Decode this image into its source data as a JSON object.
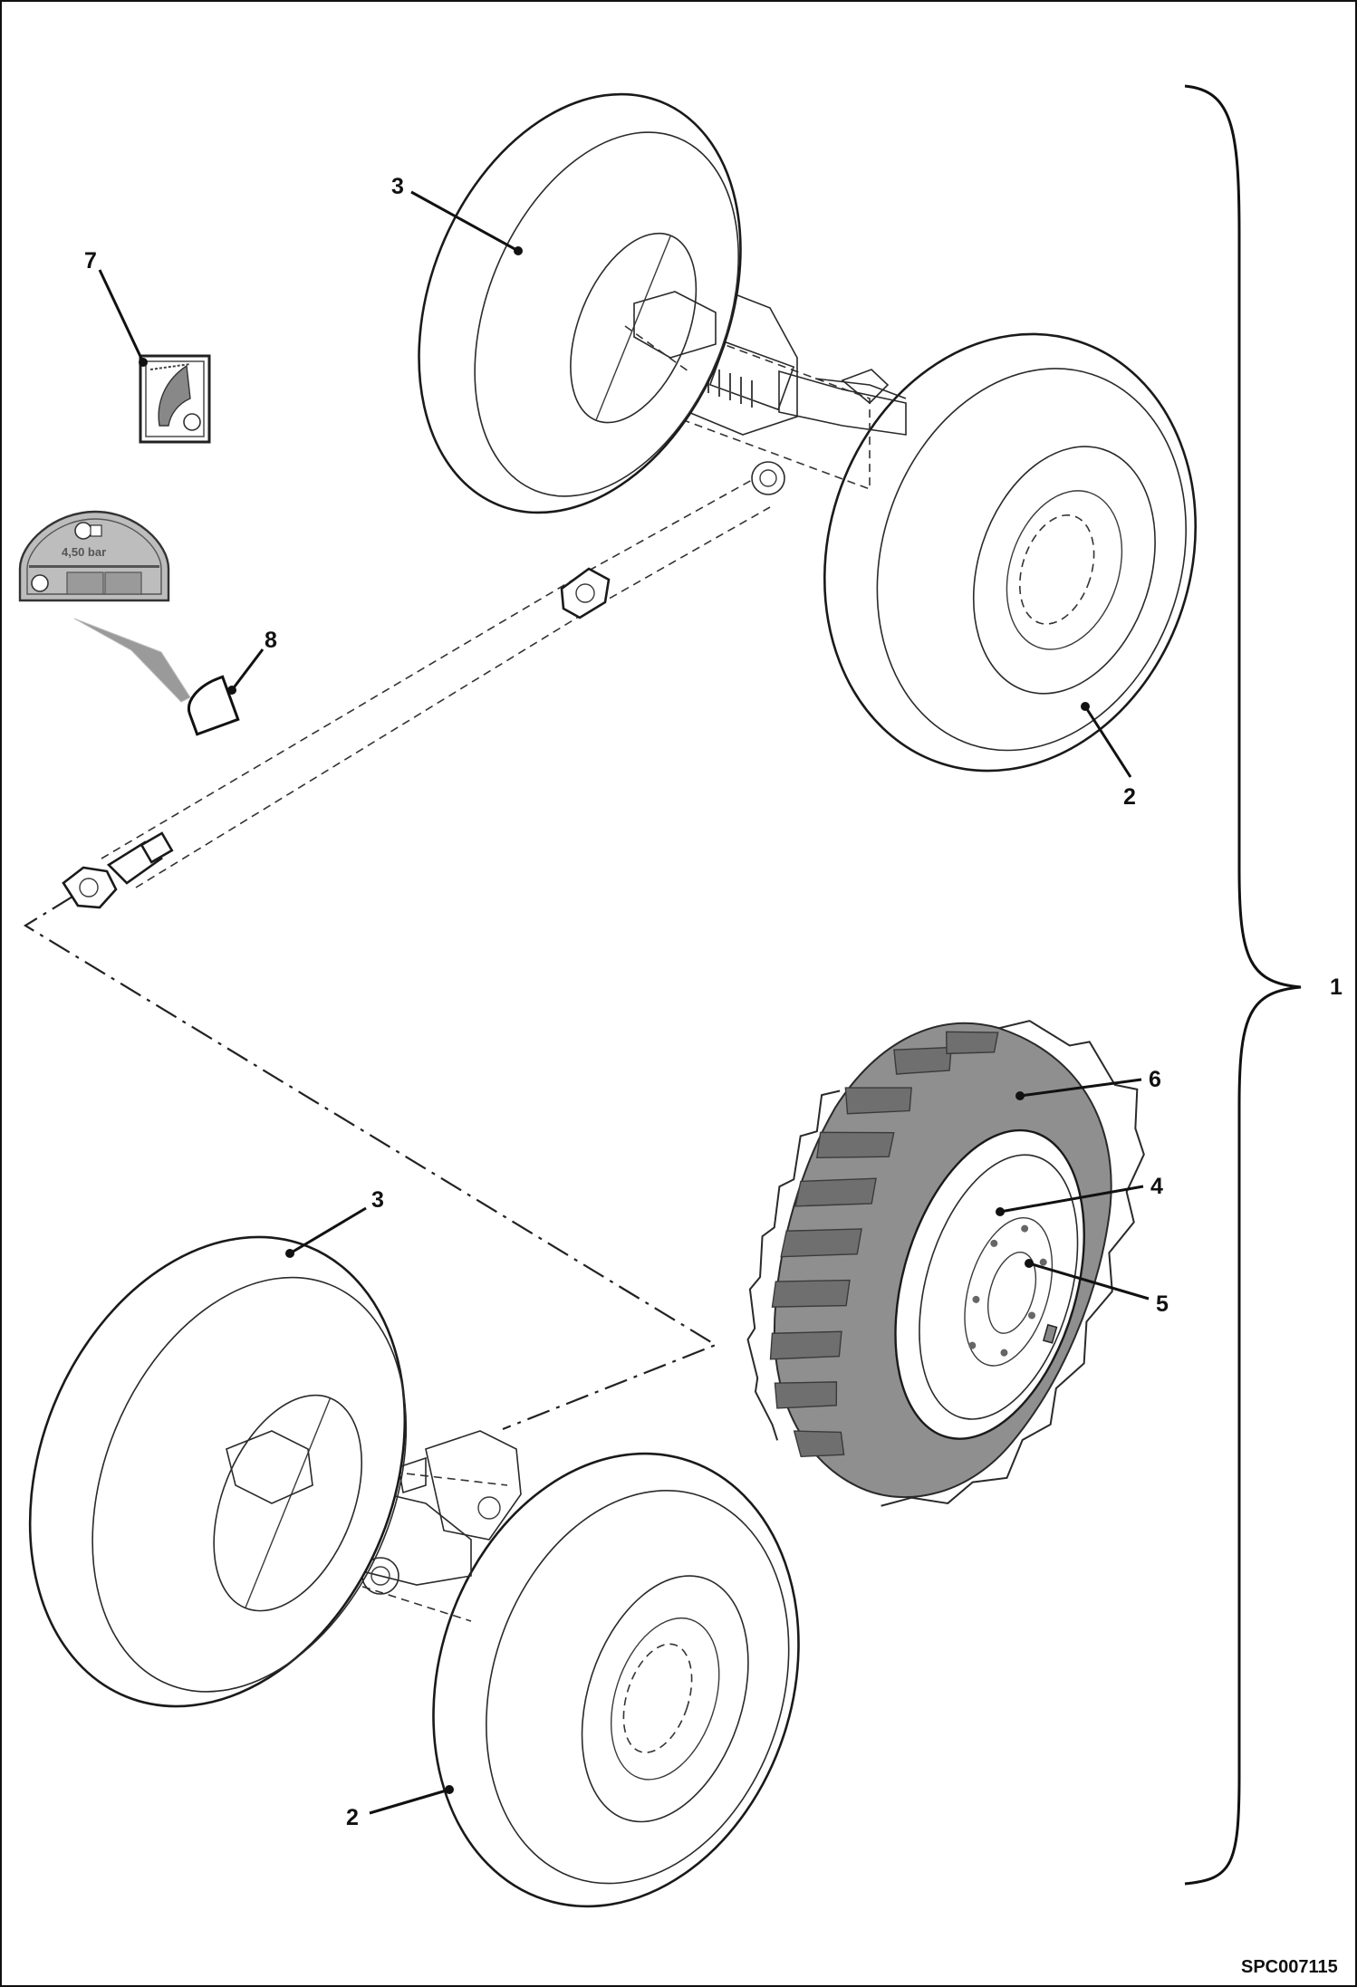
{
  "drawing": {
    "code": "SPC007115"
  },
  "callouts": {
    "c1": "1",
    "c2a": "2",
    "c2b": "2",
    "c3a": "3",
    "c3b": "3",
    "c4": "4",
    "c5": "5",
    "c6": "6",
    "c7": "7",
    "c8": "8"
  },
  "decal": {
    "pressure": "4,50 bar"
  },
  "icons": [
    "tire-pressure-decal-icon",
    "warning-decal-icon",
    "axle-assembly-icon",
    "drive-shaft-icon",
    "wheel-icon"
  ]
}
